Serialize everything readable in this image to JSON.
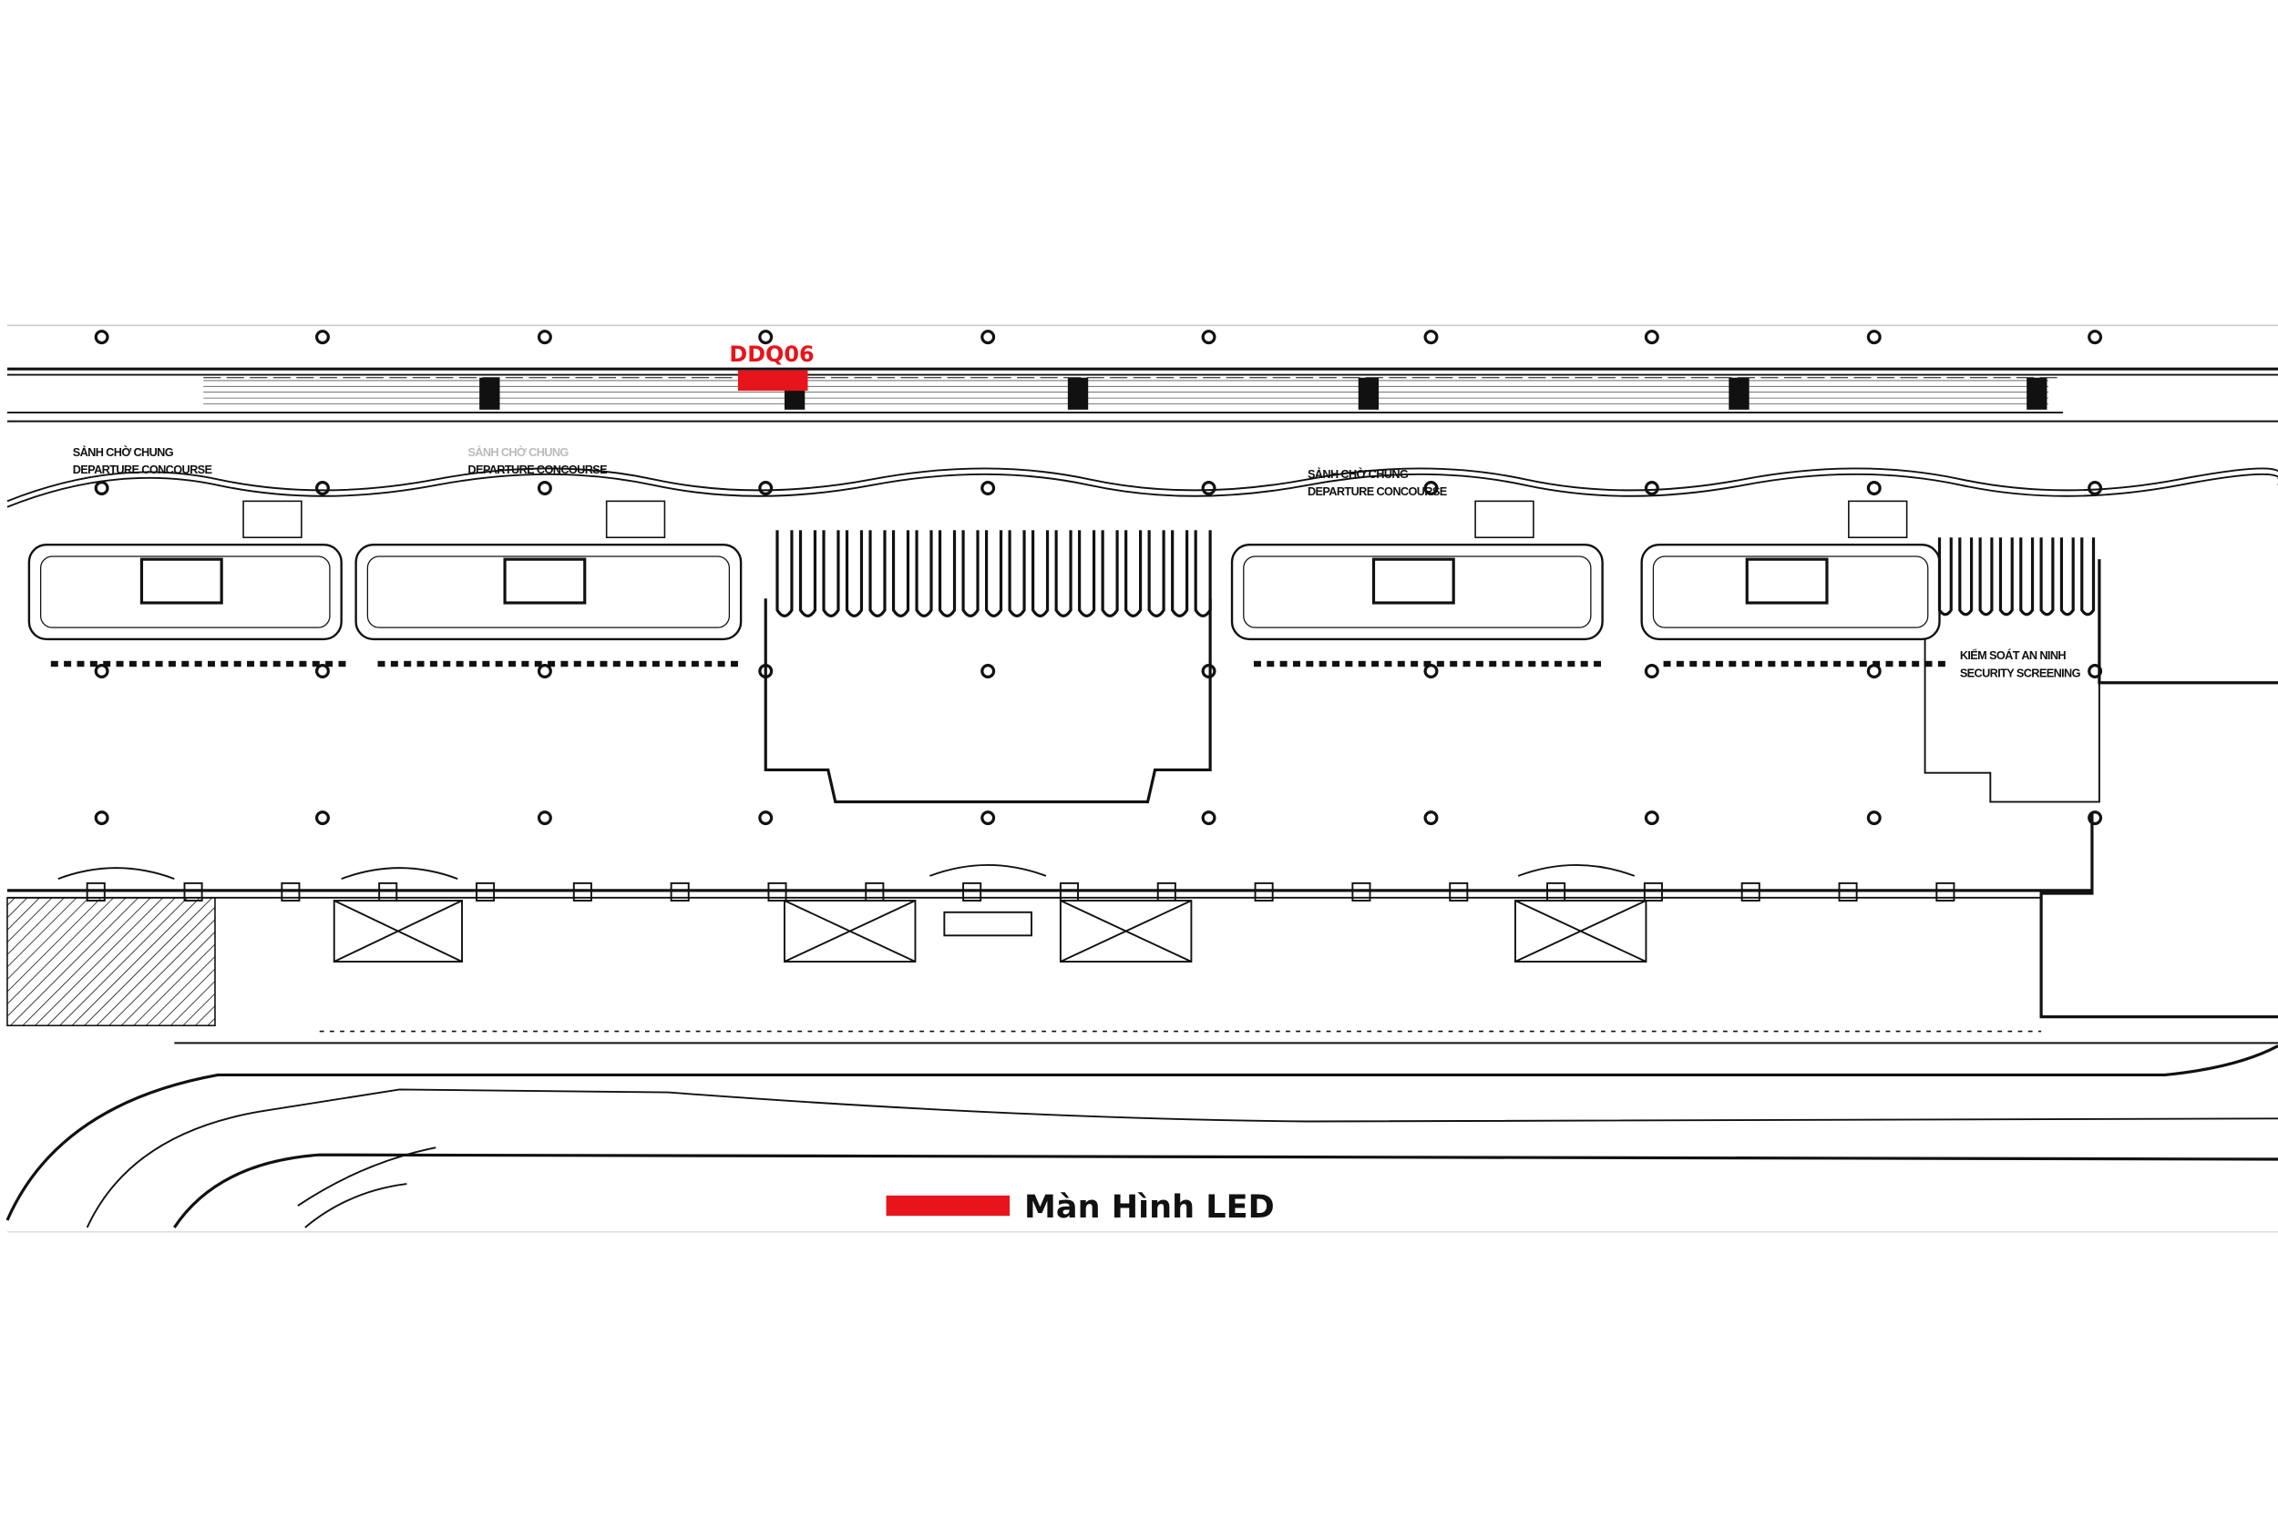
{
  "plan": {
    "zones": [
      {
        "label_vi": "SẢNH CHỜ CHUNG",
        "label_en": "DEPARTURE CONCOURSE"
      },
      {
        "label_vi": "SẢNH CHỜ CHUNG",
        "label_en": "DEPARTURE CONCOURSE"
      },
      {
        "label_vi": "SẢNH CHỜ CHUNG",
        "label_en": "DEPARTURE CONCOURSE"
      },
      {
        "label_vi": "KIỂM SOÁT AN NINH",
        "label_en": "SECURITY SCREENING"
      }
    ],
    "marker": {
      "label": "DDQ06",
      "color": "#e8141b"
    },
    "legend": {
      "label": "Màn Hình LED",
      "color": "#e8141b"
    }
  }
}
